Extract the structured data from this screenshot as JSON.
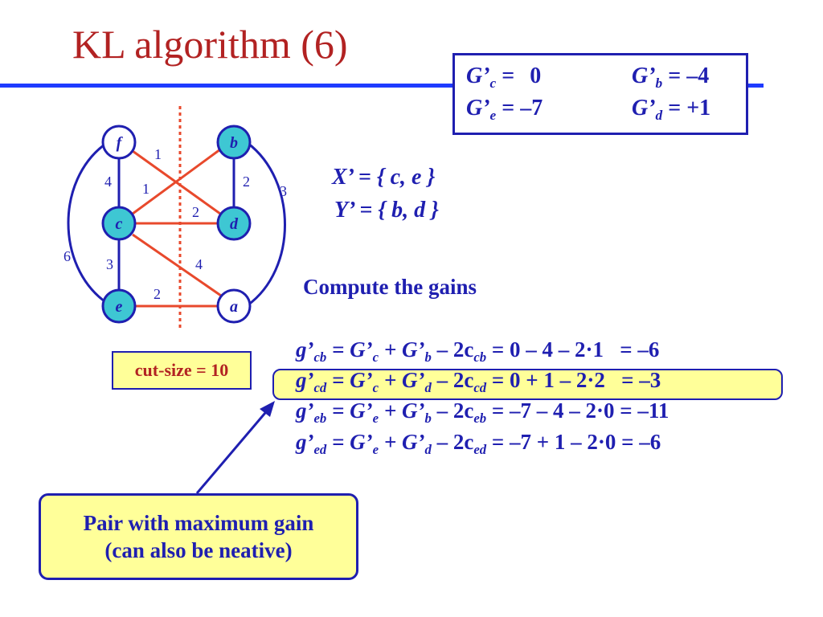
{
  "slide": {
    "title": "KL algorithm (6)"
  },
  "colors": {
    "title": "#b22222",
    "accent_blue": "#1f3bff",
    "text_blue": "#1f1fb0",
    "edge_red": "#e8492c",
    "node_fill": "#3ec7d3",
    "highlight": "#ffff99"
  },
  "gain_box": {
    "row1_left": {
      "var": "G’",
      "sub": "c",
      "eq": " = ",
      "val": "0"
    },
    "row1_right": {
      "var": "G’",
      "sub": "b",
      "eq": " = ",
      "val": "–4"
    },
    "row2_left": {
      "var": "G’",
      "sub": "e",
      "eq": " = ",
      "val": "–7"
    },
    "row2_right": {
      "var": "G’",
      "sub": "d",
      "eq": " = ",
      "val": "+1"
    }
  },
  "sets": {
    "x_prefix": "X’ = { ",
    "x_vals": "c, e",
    "x_suffix": " }",
    "y_prefix": "Y’ = { ",
    "y_vals": "b, d",
    "y_suffix": " }"
  },
  "graph": {
    "nodes": {
      "f": {
        "label": "f",
        "highlighted": false
      },
      "b": {
        "label": "b",
        "highlighted": true
      },
      "c": {
        "label": "c",
        "highlighted": true
      },
      "d": {
        "label": "d",
        "highlighted": true
      },
      "e": {
        "label": "e",
        "highlighted": true
      },
      "a": {
        "label": "a",
        "highlighted": false
      }
    },
    "edge_labels": {
      "f_d": "1",
      "c_b": "1",
      "f_c": "4",
      "b_d": "2",
      "b_a_outer": "3",
      "c_d": "2",
      "f_e_outer": "6",
      "c_e": "3",
      "c_a": "4",
      "e_a": "2"
    }
  },
  "compute_label": "Compute the gains",
  "gains": [
    {
      "prefix": "g’",
      "sub": "cb",
      "mid1": " = G’",
      "s1": "c",
      "mid2": " + G’",
      "s2": "b",
      "mid3": " – 2c",
      "s3": "cb",
      "rhs": " = 0 – 4 – 2·1   = –6"
    },
    {
      "prefix": "g’",
      "sub": "cd",
      "mid1": " = G’",
      "s1": "c",
      "mid2": " + G’",
      "s2": "d",
      "mid3": " – 2c",
      "s3": "cd",
      "rhs": " = 0 + 1 – 2·2   = –3"
    },
    {
      "prefix": "g’",
      "sub": "eb",
      "mid1": " = G’",
      "s1": "e",
      "mid2": " + G’",
      "s2": "b",
      "mid3": " – 2c",
      "s3": "eb",
      "rhs": " = –7 – 4 – 2·0 = –11"
    },
    {
      "prefix": "g’",
      "sub": "ed",
      "mid1": " = G’",
      "s1": "e",
      "mid2": " + G’",
      "s2": "d",
      "mid3": " – 2c",
      "s3": "ed",
      "rhs": " = –7 + 1 – 2·0 = –6"
    }
  ],
  "cut_size": "cut-size = 10",
  "callout": {
    "line1": "Pair with maximum gain",
    "line2": "(can also be neative)"
  }
}
